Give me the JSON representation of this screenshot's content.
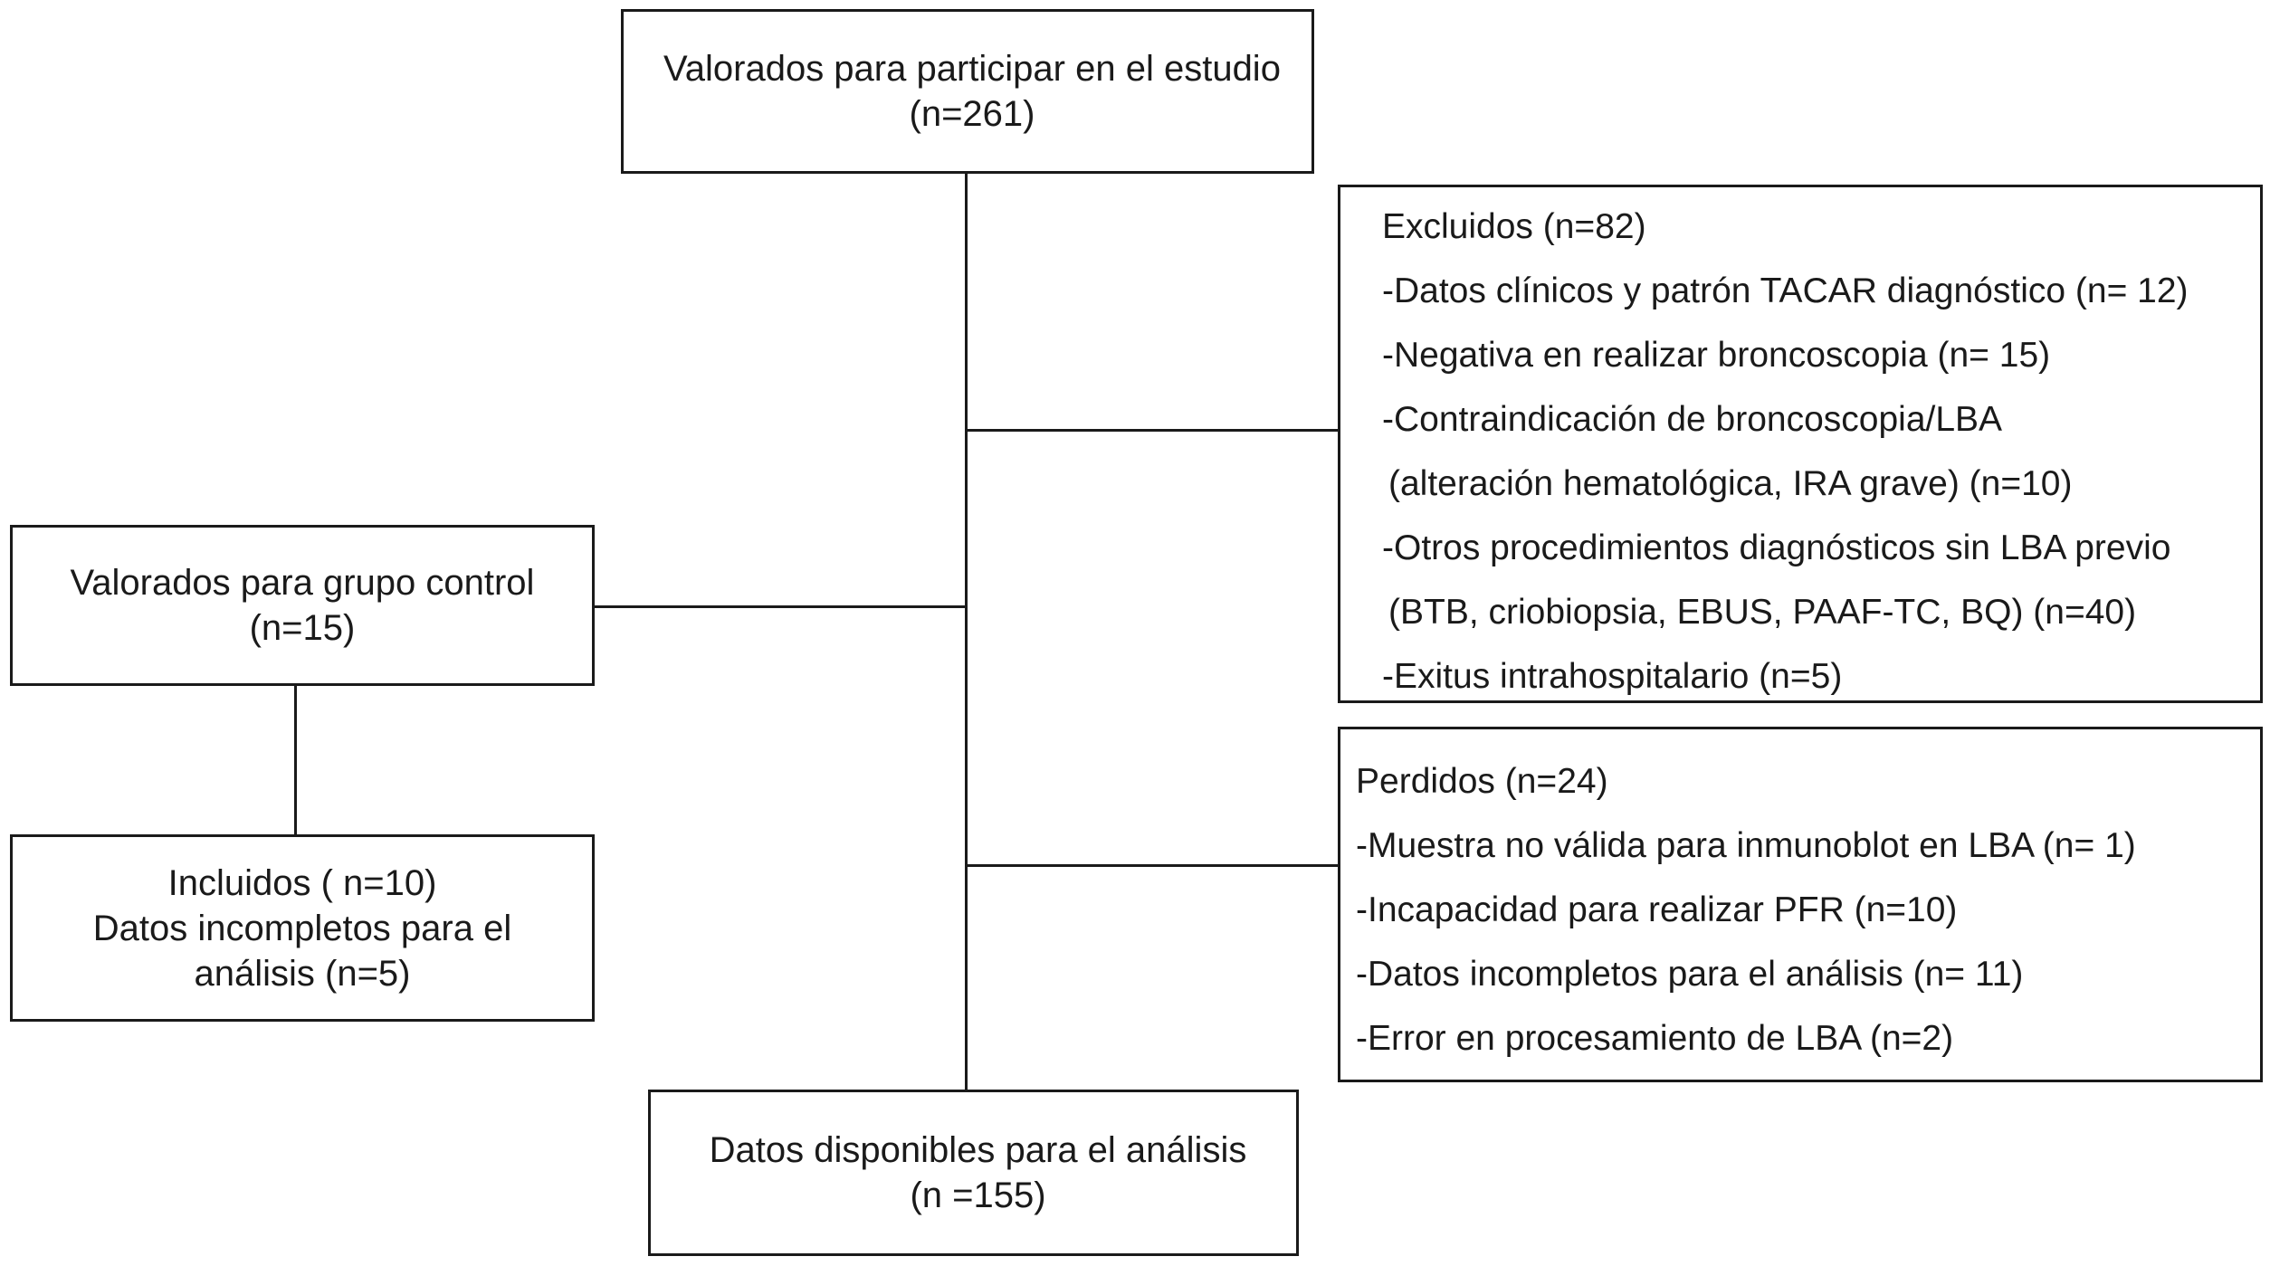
{
  "assessed": {
    "line1": "Valorados para participar en el estudio",
    "line2": "(n=261)"
  },
  "excluded": {
    "header": "Excluidos  (n=82)",
    "items": [
      "-Datos clínicos  y patrón TACAR diagnóstico  (n= 12)",
      "-Negativa en realizar broncoscopia (n= 15)",
      "-Contraindicación  de broncoscopia/LBA",
      " (alteración hematológica,  IRA grave) (n=10)",
      "-Otros procedimientos diagnósticos sin LBA previo",
      " (BTB, criobiopsia,  EBUS,  PAAF-TC, BQ) (n=40)",
      "-Exitus intrahospitalario  (n=5)"
    ]
  },
  "control": {
    "line1": "Valorados para grupo control",
    "line2": "(n=15)"
  },
  "included": {
    "line1": "Incluidos  ( n=10)",
    "line2": "Datos incompletos para el",
    "line3": "análisis (n=5)"
  },
  "lost": {
    "header": "Perdidos (n=24)",
    "items": [
      "-Muestra no válida para inmunoblot  en LBA (n= 1)",
      "-Incapacidad para realizar PFR (n=10)",
      "-Datos incompletos  para el análisis  (n= 11)",
      "-Error en procesamiento de LBA (n=2)"
    ]
  },
  "available": {
    "line1": "Datos disponibles para el análisis",
    "line2": "(n =155)"
  }
}
